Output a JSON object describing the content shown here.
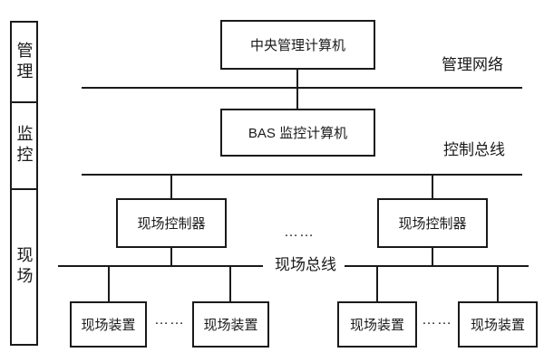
{
  "side_panel": {
    "levels": [
      {
        "label": "管理"
      },
      {
        "label": "监控"
      },
      {
        "label": "现场"
      }
    ]
  },
  "nodes": {
    "central_computer": {
      "label": "中央管理计算机"
    },
    "bas_computer": {
      "label": "BAS 监控计算机"
    },
    "controllers": [
      {
        "label": "现场控制器"
      },
      {
        "label": "现场控制器"
      }
    ],
    "devices": [
      {
        "label": "现场装置"
      },
      {
        "label": "现场装置"
      },
      {
        "label": "现场装置"
      },
      {
        "label": "现场装置"
      }
    ]
  },
  "bus_labels": {
    "management_network": "管理网络",
    "control_bus": "控制总线",
    "field_bus": "现场总线"
  },
  "ellipsis": {
    "between_controllers": "……",
    "between_devices_left": "……",
    "between_devices_right": "……"
  },
  "colors": {
    "line": "#1a1a1a",
    "background": "#ffffff",
    "text": "#1a1a1a"
  }
}
